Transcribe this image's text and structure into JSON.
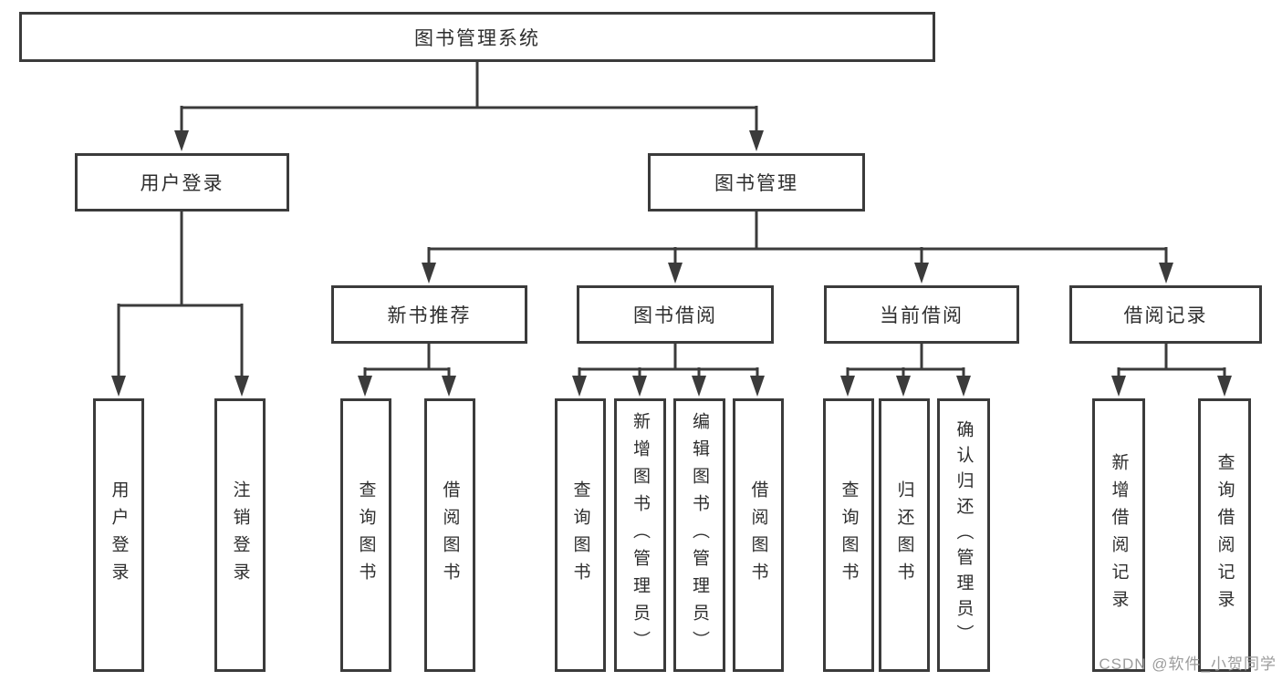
{
  "diagram": {
    "title": "图书管理系统",
    "type": "hierarchy-flowchart",
    "colors": {
      "line": "#3b3b3b",
      "box_border": "#3b3b3b",
      "text": "#2e2e2e",
      "background": "#ffffff",
      "watermark": "#9c9c9c"
    }
  },
  "tree": {
    "label": "图书管理系统",
    "children": [
      {
        "label": "用户登录",
        "children": [
          {
            "label": "用户登录"
          },
          {
            "label": "注销登录"
          }
        ]
      },
      {
        "label": "图书管理",
        "children": [
          {
            "label": "新书推荐",
            "children": [
              {
                "label": "查询图书"
              },
              {
                "label": "借阅图书"
              }
            ]
          },
          {
            "label": "图书借阅",
            "children": [
              {
                "label": "查询图书"
              },
              {
                "label": "新增图书（管理员）"
              },
              {
                "label": "编辑图书（管理员）"
              },
              {
                "label": "借阅图书"
              }
            ]
          },
          {
            "label": "当前借阅",
            "children": [
              {
                "label": "查询图书"
              },
              {
                "label": "归还图书"
              },
              {
                "label": "确认归还（管理员）"
              }
            ]
          },
          {
            "label": "借阅记录",
            "children": [
              {
                "label": "新增借阅记录"
              },
              {
                "label": "查询借阅记录"
              }
            ]
          }
        ]
      }
    ]
  },
  "watermark": "CSDN @软件_小贺同学"
}
